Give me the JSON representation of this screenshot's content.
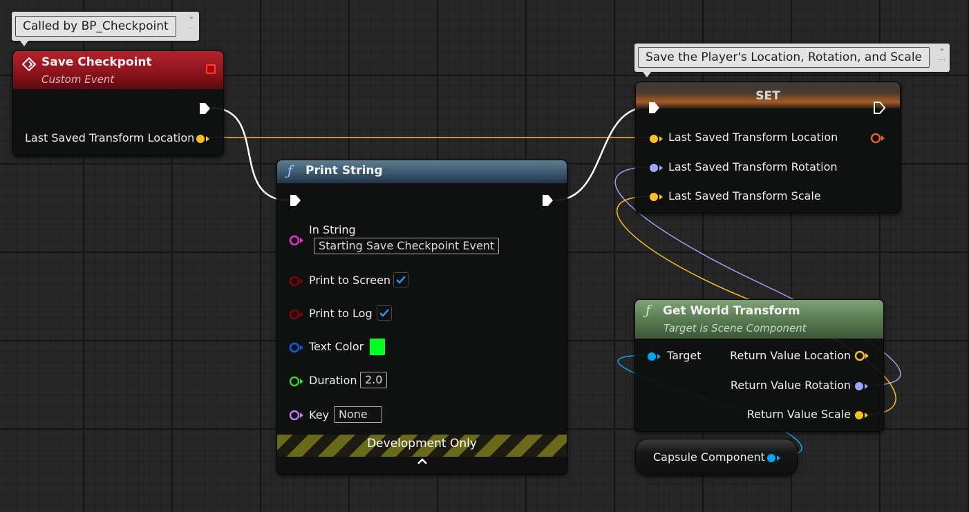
{
  "comments": {
    "called_by": "Called by BP_Checkpoint",
    "save_transform": "Save the Player's Location, Rotation, and Scale"
  },
  "event_node": {
    "title": "Save Checkpoint",
    "subtitle": "Custom Event",
    "pin_location": "Last Saved Transform Location"
  },
  "print_node": {
    "title": "Print String",
    "in_string_label": "In String",
    "in_string_value": "Starting Save Checkpoint Event",
    "print_to_screen_label": "Print to Screen",
    "print_to_screen": true,
    "print_to_log_label": "Print to Log",
    "print_to_log": true,
    "text_color_label": "Text Color",
    "text_color_value": "#00ff22",
    "duration_label": "Duration",
    "duration_value": "2.0",
    "key_label": "Key",
    "key_value": "None",
    "dev_only": "Development Only"
  },
  "set_node": {
    "title": "SET",
    "pin_location": "Last Saved Transform Location",
    "pin_rotation": "Last Saved Transform Rotation",
    "pin_scale": "Last Saved Transform Scale"
  },
  "transform_node": {
    "title": "Get World Transform",
    "subtitle": "Target is Scene Component",
    "target": "Target",
    "ret_location": "Return Value Location",
    "ret_rotation": "Return Value Rotation",
    "ret_scale": "Return Value Scale"
  },
  "capsule_node": {
    "label": "Capsule Component"
  },
  "colors": {
    "exec": "#ffffff",
    "vector": "#f8c21c",
    "rotator": "#9ea6f5",
    "string": "#ea2fd3",
    "bool": "#8c0000",
    "linear_color": "#0a64d8",
    "float": "#38d52b",
    "name": "#c27ef0",
    "object": "#00a8f4"
  },
  "icons": {
    "event": "event-diamond-icon",
    "function": "function-icon",
    "checkmark": "checkmark-icon",
    "pin": "pin-icon",
    "chevron": "chevron-up-icon"
  }
}
